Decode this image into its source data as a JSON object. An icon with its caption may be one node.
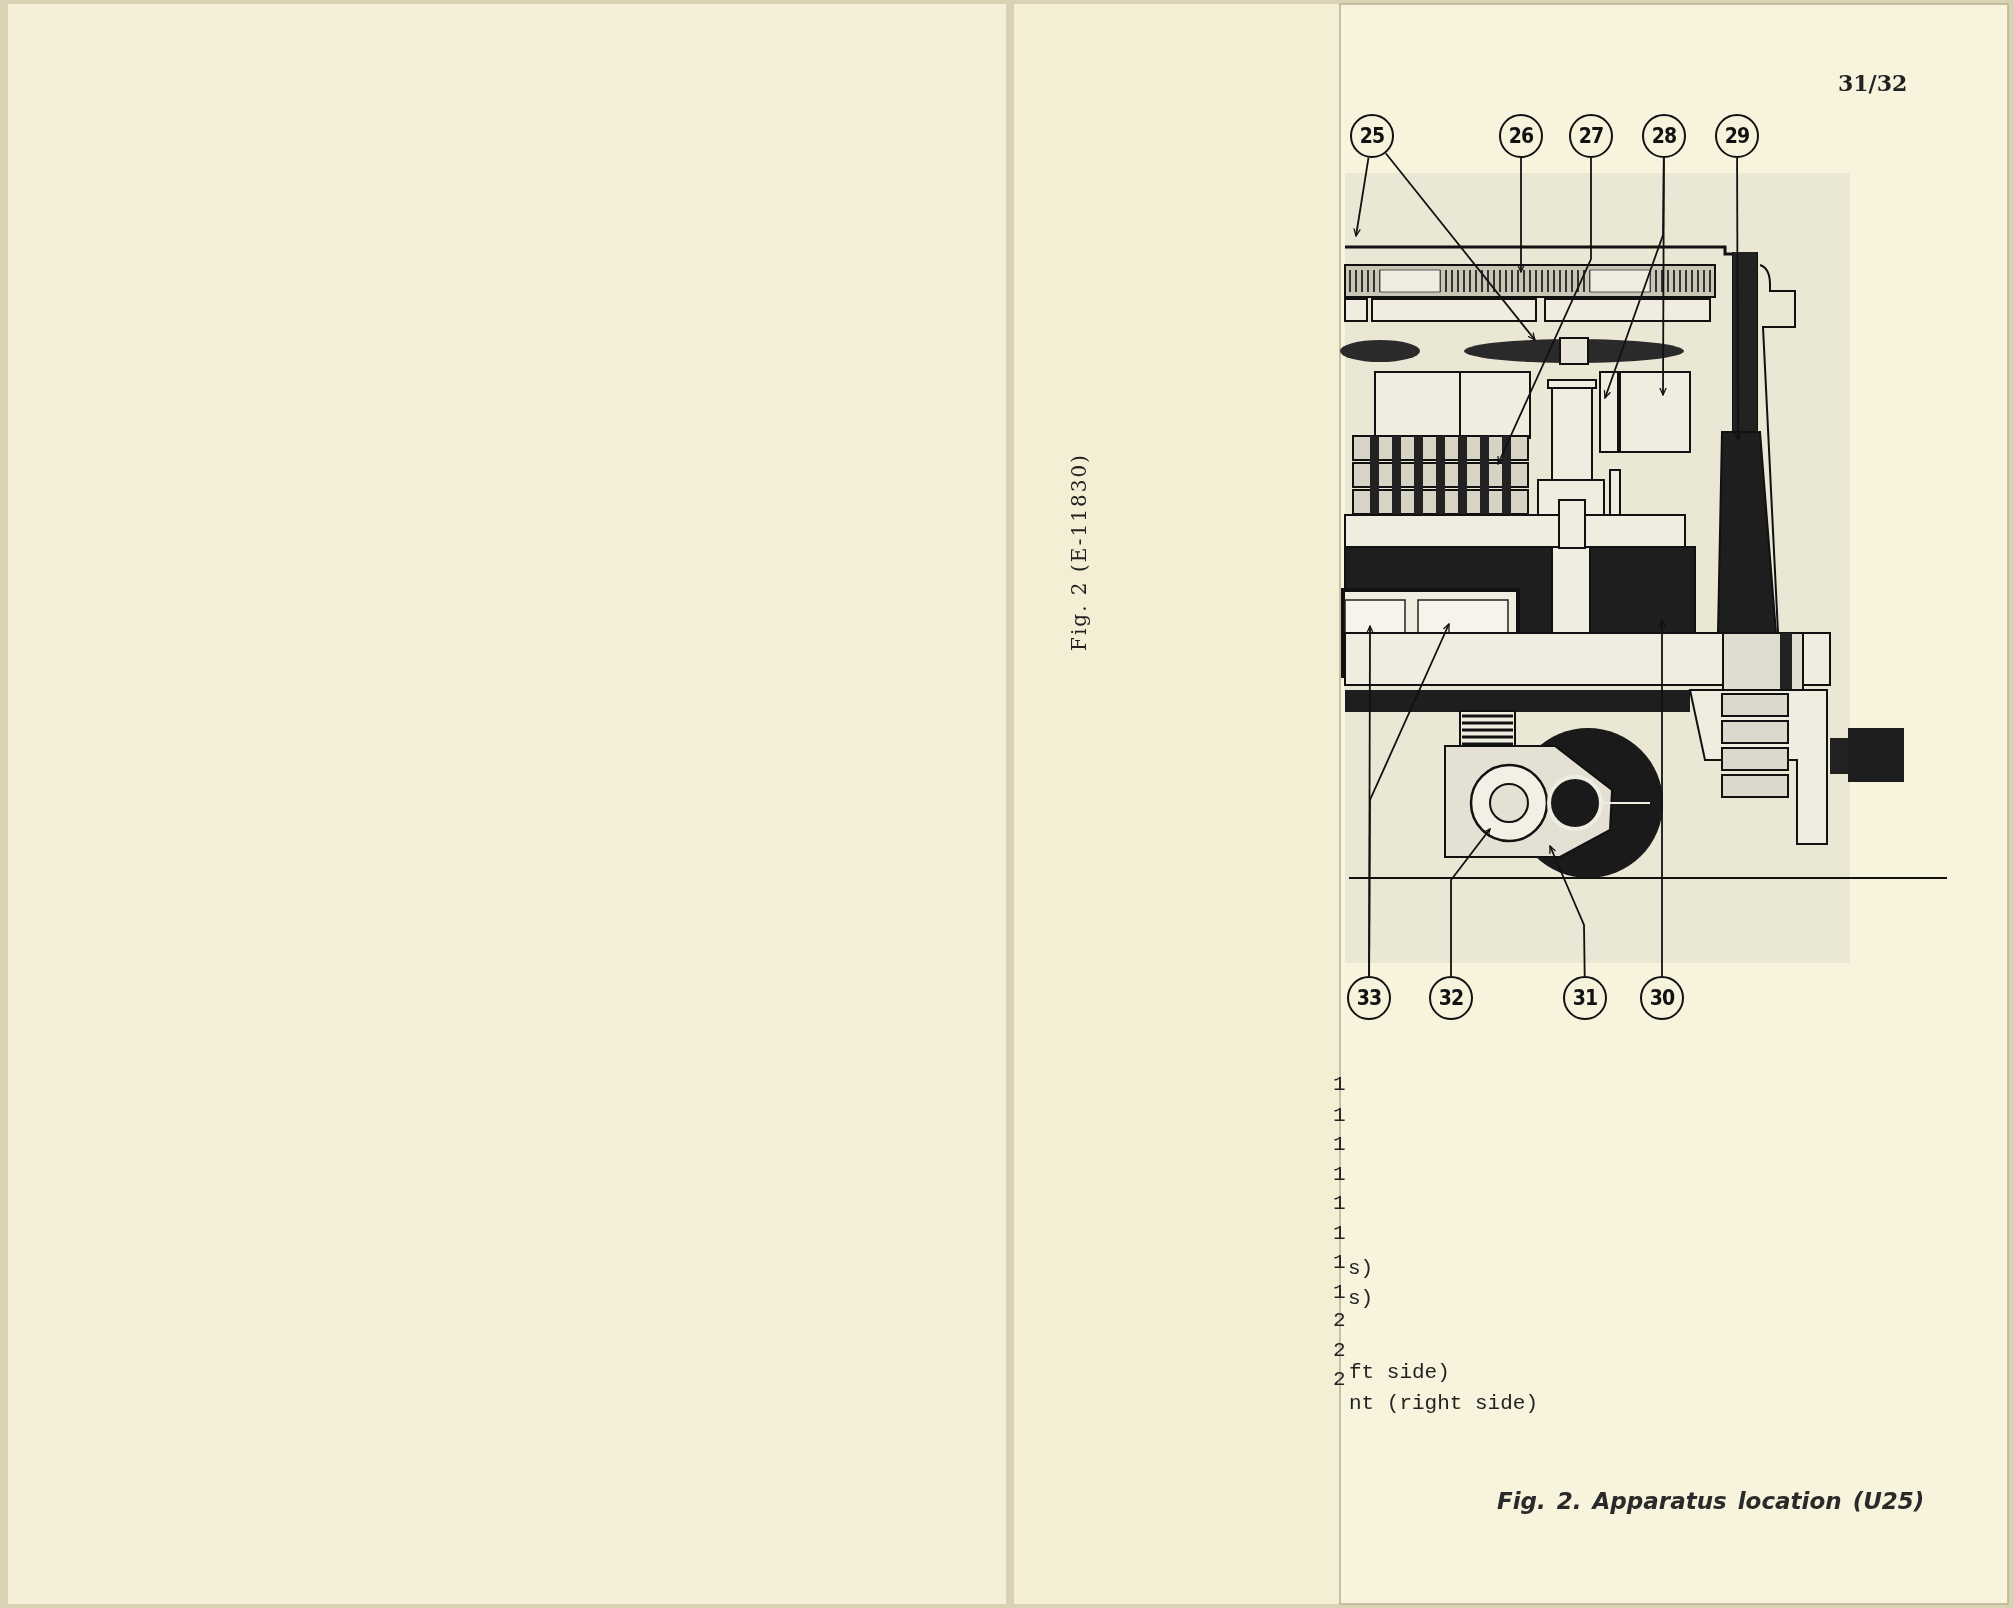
{
  "diagram": {
    "caption": "Fig. 2. Apparatus location (U25)",
    "nodes": [
      {
        "text": [
          "25"
        ]
      },
      {
        "text": [
          "26"
        ]
      },
      {
        "text": [
          "27"
        ]
      },
      {
        "text": [
          "28"
        ]
      },
      {
        "text": [
          "29"
        ]
      },
      {
        "text": [
          "30"
        ]
      },
      {
        "text": [
          "31"
        ]
      },
      {
        "text": [
          "32"
        ]
      },
      {
        "text": [
          "33"
        ]
      }
    ],
    "edges": [
      {
        "from": 0,
        "to": null,
        "arrow": "to"
      },
      {
        "from": 0,
        "to": null,
        "arrow": "to"
      },
      {
        "from": 1,
        "to": null,
        "arrow": "to"
      },
      {
        "from": 2,
        "to": null,
        "arrow": "to"
      },
      {
        "from": 3,
        "to": null,
        "arrow": "to"
      },
      {
        "from": 3,
        "to": null,
        "arrow": "to"
      },
      {
        "from": 4,
        "to": null,
        "arrow": "to"
      },
      {
        "from": 5,
        "to": null,
        "arrow": "to"
      },
      {
        "from": 6,
        "to": null,
        "arrow": "to"
      },
      {
        "from": 7,
        "to": null,
        "arrow": "to"
      },
      {
        "from": 8,
        "to": null,
        "arrow": "to"
      },
      {
        "from": 8,
        "to": null,
        "arrow": "to"
      }
    ],
    "labels": [
      "Fig. 2 (E-11830)",
      "31/32",
      "1",
      "1",
      "1",
      "1",
      "1",
      "1",
      "1",
      "s)",
      "1",
      "s)",
      "2",
      "2",
      "2",
      "ft side)",
      "nt (right side)"
    ]
  }
}
